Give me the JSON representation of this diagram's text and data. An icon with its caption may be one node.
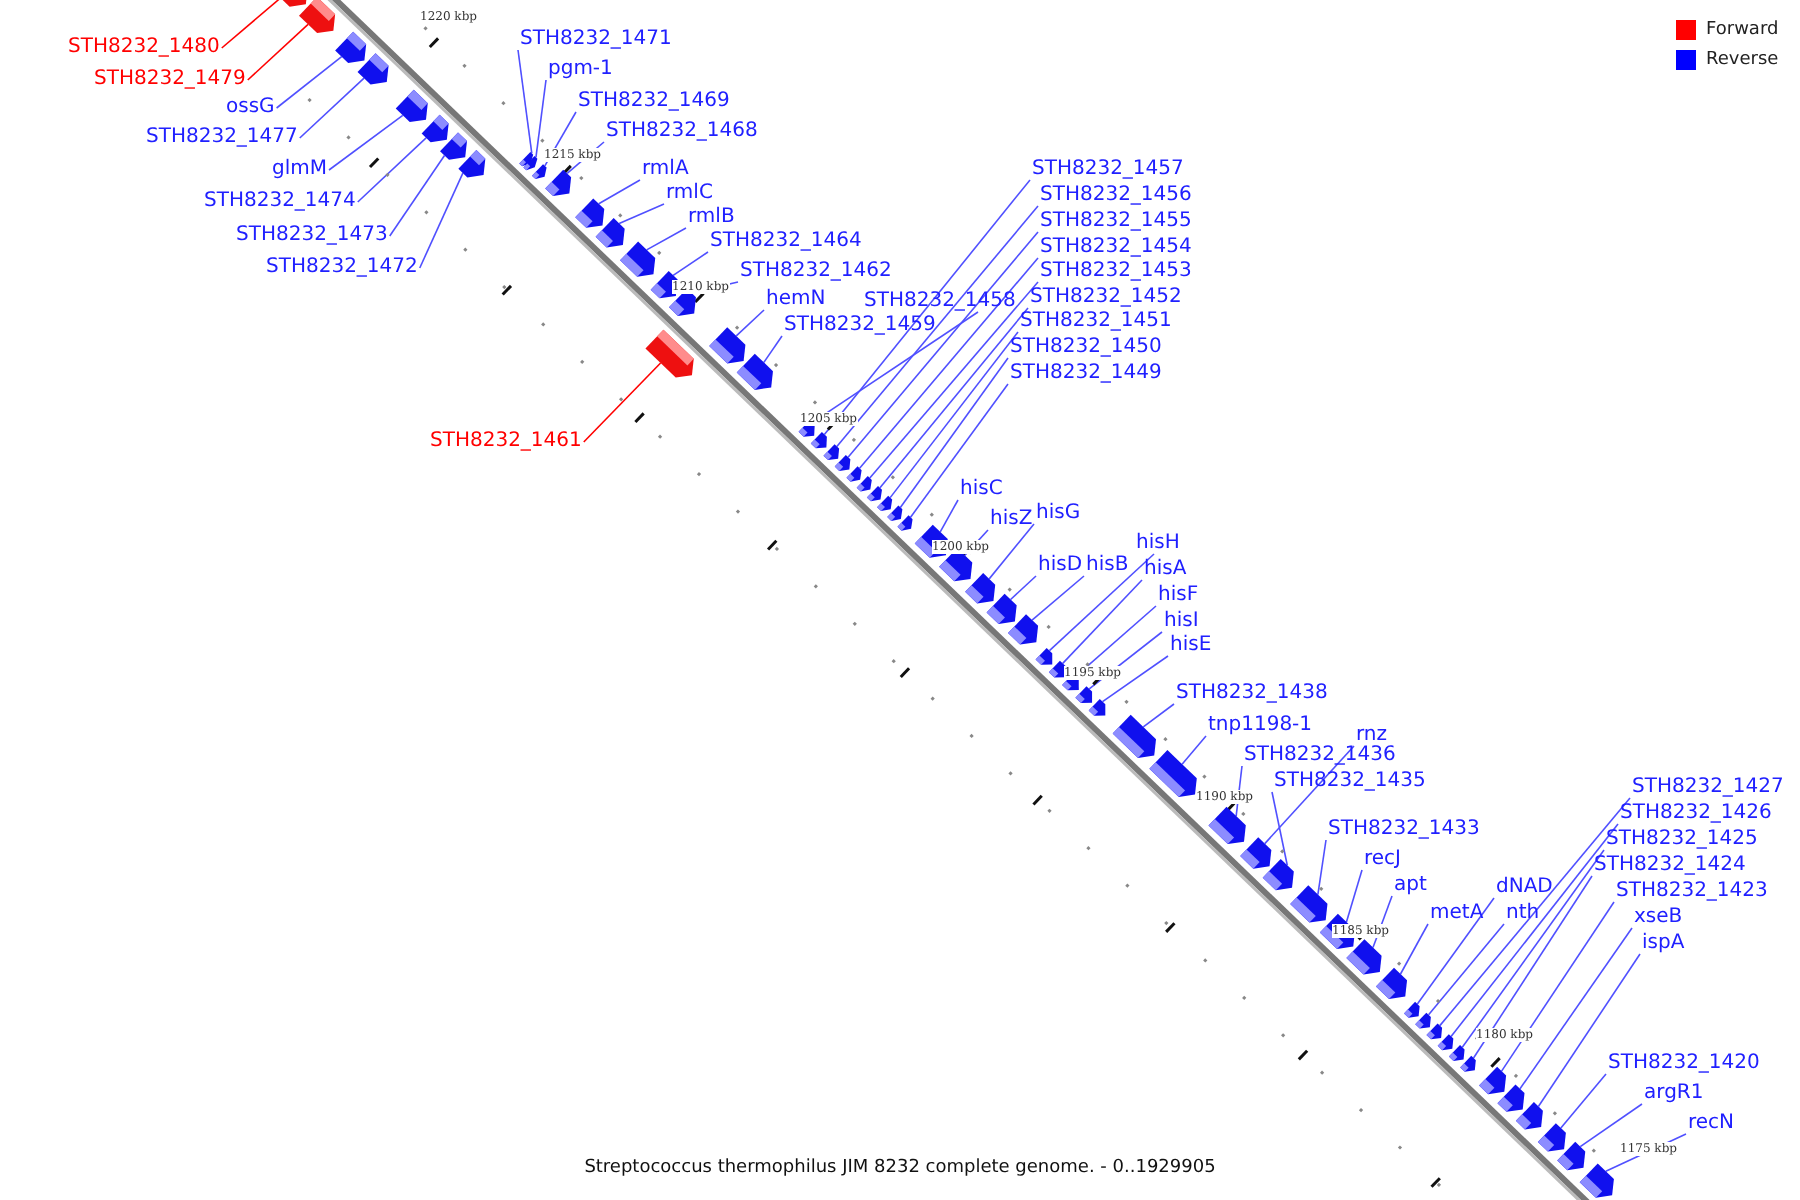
{
  "diagram": {
    "caption": "Streptococcus thermophilus JIM 8232 complete genome. - 0..1929905",
    "nodes": [
      {
        "text": [
          "STH8232_1480"
        ]
      },
      {
        "text": [
          "STH8232_1479"
        ]
      },
      {
        "text": [
          "ossG"
        ]
      },
      {
        "text": [
          "STH8232_1477"
        ]
      },
      {
        "text": [
          "glmM"
        ]
      },
      {
        "text": [
          "STH8232_1474"
        ]
      },
      {
        "text": [
          "STH8232_1473"
        ]
      },
      {
        "text": [
          "STH8232_1472"
        ]
      },
      {
        "text": [
          "STH8232_1461"
        ]
      },
      {
        "text": [
          "STH8232_1471"
        ]
      },
      {
        "text": [
          "pgm-1"
        ]
      },
      {
        "text": [
          "STH8232_1469"
        ]
      },
      {
        "text": [
          "STH8232_1468"
        ]
      },
      {
        "text": [
          "rmlA"
        ]
      },
      {
        "text": [
          "rmlC"
        ]
      },
      {
        "text": [
          "rmlB"
        ]
      },
      {
        "text": [
          "STH8232_1464"
        ]
      },
      {
        "text": [
          "STH8232_1462"
        ]
      },
      {
        "text": [
          "hemN"
        ]
      },
      {
        "text": [
          "STH8232_1459"
        ]
      },
      {
        "text": [
          "STH8232_1458"
        ]
      },
      {
        "text": [
          "STH8232_1457"
        ]
      },
      {
        "text": [
          "STH8232_1456"
        ]
      },
      {
        "text": [
          "STH8232_1455"
        ]
      },
      {
        "text": [
          "STH8232_1454"
        ]
      },
      {
        "text": [
          "STH8232_1453"
        ]
      },
      {
        "text": [
          "STH8232_1452"
        ]
      },
      {
        "text": [
          "STH8232_1451"
        ]
      },
      {
        "text": [
          "STH8232_1450"
        ]
      },
      {
        "text": [
          "STH8232_1449"
        ]
      },
      {
        "text": [
          "hisC"
        ]
      },
      {
        "text": [
          "hisZ"
        ]
      },
      {
        "text": [
          "hisG"
        ]
      },
      {
        "text": [
          "hisD"
        ]
      },
      {
        "text": [
          "hisB"
        ]
      },
      {
        "text": [
          "hisH"
        ]
      },
      {
        "text": [
          "hisA"
        ]
      },
      {
        "text": [
          "hisF"
        ]
      },
      {
        "text": [
          "hisI"
        ]
      },
      {
        "text": [
          "hisE"
        ]
      },
      {
        "text": [
          "STH8232_1438"
        ]
      },
      {
        "text": [
          "tnp1198-1"
        ]
      },
      {
        "text": [
          "rnz"
        ]
      },
      {
        "text": [
          "STH8232_1436"
        ]
      },
      {
        "text": [
          "STH8232_1435"
        ]
      },
      {
        "text": [
          "STH8232_1433"
        ]
      },
      {
        "text": [
          "recJ"
        ]
      },
      {
        "text": [
          "apt"
        ]
      },
      {
        "text": [
          "metA"
        ]
      },
      {
        "text": [
          "dNAD"
        ]
      },
      {
        "text": [
          "nth"
        ]
      },
      {
        "text": [
          "STH8232_1427"
        ]
      },
      {
        "text": [
          "STH8232_1426"
        ]
      },
      {
        "text": [
          "STH8232_1425"
        ]
      },
      {
        "text": [
          "STH8232_1424"
        ]
      },
      {
        "text": [
          "STH8232_1423"
        ]
      },
      {
        "text": [
          "xseB"
        ]
      },
      {
        "text": [
          "ispA"
        ]
      },
      {
        "text": [
          "STH8232_1420"
        ]
      },
      {
        "text": [
          "argR1"
        ]
      },
      {
        "text": [
          "recN"
        ]
      },
      {
        "text": [],
        "shape": "bar"
      },
      {
        "text": [],
        "shape": "bar"
      },
      {
        "text": [],
        "shape": "bar"
      },
      {
        "text": [],
        "shape": "bar"
      },
      {
        "text": [],
        "shape": "bar"
      },
      {
        "text": [],
        "shape": "bar"
      },
      {
        "text": [],
        "shape": "bar"
      },
      {
        "text": [],
        "shape": "bar"
      },
      {
        "text": [],
        "shape": "bar"
      },
      {
        "text": [],
        "shape": "bar"
      },
      {
        "text": [],
        "shape": "bar"
      },
      {
        "text": [],
        "shape": "bar"
      },
      {
        "text": [],
        "shape": "bar"
      },
      {
        "text": [],
        "shape": "bar"
      },
      {
        "text": [],
        "shape": "bar"
      },
      {
        "text": [],
        "shape": "bar"
      },
      {
        "text": [],
        "shape": "bar"
      },
      {
        "text": [],
        "shape": "bar"
      },
      {
        "text": [],
        "shape": "bar"
      },
      {
        "text": [],
        "shape": "bar"
      },
      {
        "text": [],
        "shape": "bar"
      },
      {
        "text": [],
        "shape": "bar"
      },
      {
        "text": [],
        "shape": "bar"
      },
      {
        "text": [],
        "shape": "bar"
      },
      {
        "text": [],
        "shape": "bar"
      },
      {
        "text": [],
        "shape": "bar"
      },
      {
        "text": [],
        "shape": "bar"
      },
      {
        "text": [],
        "shape": "bar"
      },
      {
        "text": [],
        "shape": "bar"
      },
      {
        "text": [],
        "shape": "bar"
      },
      {
        "text": [],
        "shape": "bar"
      },
      {
        "text": [],
        "shape": "bar"
      },
      {
        "text": [],
        "shape": "bar"
      },
      {
        "text": [],
        "shape": "bar"
      },
      {
        "text": [],
        "shape": "bar"
      },
      {
        "text": [],
        "shape": "bar"
      },
      {
        "text": [],
        "shape": "bar"
      },
      {
        "text": [],
        "shape": "bar"
      },
      {
        "text": [],
        "shape": "bar"
      },
      {
        "text": [],
        "shape": "bar"
      },
      {
        "text": [],
        "shape": "bar"
      },
      {
        "text": [],
        "shape": "bar"
      },
      {
        "text": [],
        "shape": "bar"
      },
      {
        "text": [],
        "shape": "bar"
      },
      {
        "text": [],
        "shape": "bar"
      },
      {
        "text": [],
        "shape": "bar"
      },
      {
        "text": [],
        "shape": "bar"
      },
      {
        "text": [],
        "shape": "bar"
      },
      {
        "text": [],
        "shape": "bar"
      },
      {
        "text": [],
        "shape": "bar"
      },
      {
        "text": [],
        "shape": "bar"
      },
      {
        "text": [],
        "shape": "bar"
      },
      {
        "text": [],
        "shape": "bar"
      },
      {
        "text": [],
        "shape": "bar"
      },
      {
        "text": [],
        "shape": "bar"
      },
      {
        "text": [],
        "shape": "bar"
      },
      {
        "text": [],
        "shape": "bar"
      },
      {
        "text": [],
        "shape": "bar"
      },
      {
        "text": [],
        "shape": "bar"
      },
      {
        "text": [],
        "shape": "bar"
      },
      {
        "text": [],
        "shape": "bar"
      }
    ],
    "edges": [
      {
        "from": 0,
        "to": 61,
        "arrow": "none",
        "color": "#ff0000"
      },
      {
        "from": 1,
        "to": 62,
        "arrow": "none",
        "color": "#ff0000"
      },
      {
        "from": 2,
        "to": 63,
        "arrow": "none"
      },
      {
        "from": 3,
        "to": 64,
        "arrow": "none"
      },
      {
        "from": 4,
        "to": 65,
        "arrow": "none"
      },
      {
        "from": 5,
        "to": 66,
        "arrow": "none"
      },
      {
        "from": 6,
        "to": 67,
        "arrow": "none"
      },
      {
        "from": 7,
        "to": 68,
        "arrow": "none"
      },
      {
        "from": 8,
        "to": 69,
        "arrow": "none",
        "color": "#ff0000"
      },
      {
        "from": 9,
        "to": 70,
        "arrow": "none"
      },
      {
        "from": 10,
        "to": 71,
        "arrow": "none"
      },
      {
        "from": 11,
        "to": 72,
        "arrow": "none"
      },
      {
        "from": 12,
        "to": 73,
        "arrow": "none"
      },
      {
        "from": 13,
        "to": 74,
        "arrow": "none"
      },
      {
        "from": 14,
        "to": 75,
        "arrow": "none"
      },
      {
        "from": 15,
        "to": 76,
        "arrow": "none"
      },
      {
        "from": 16,
        "to": 77,
        "arrow": "none"
      },
      {
        "from": 17,
        "to": 78,
        "arrow": "none"
      },
      {
        "from": 18,
        "to": 79,
        "arrow": "none"
      },
      {
        "from": 19,
        "to": 80,
        "arrow": "none"
      },
      {
        "from": 20,
        "to": 81,
        "arrow": "none"
      },
      {
        "from": 21,
        "to": 82,
        "arrow": "none"
      },
      {
        "from": 22,
        "to": 83,
        "arrow": "none"
      },
      {
        "from": 23,
        "to": 84,
        "arrow": "none"
      },
      {
        "from": 24,
        "to": 85,
        "arrow": "none"
      },
      {
        "from": 25,
        "to": 86,
        "arrow": "none"
      },
      {
        "from": 26,
        "to": 87,
        "arrow": "none"
      },
      {
        "from": 27,
        "to": 88,
        "arrow": "none"
      },
      {
        "from": 28,
        "to": 89,
        "arrow": "none"
      },
      {
        "from": 29,
        "to": 90,
        "arrow": "none"
      },
      {
        "from": 30,
        "to": 91,
        "arrow": "none"
      },
      {
        "from": 31,
        "to": 92,
        "arrow": "none"
      },
      {
        "from": 32,
        "to": 93,
        "arrow": "none"
      },
      {
        "from": 33,
        "to": 94,
        "arrow": "none"
      },
      {
        "from": 34,
        "to": 95,
        "arrow": "none"
      },
      {
        "from": 35,
        "to": 96,
        "arrow": "none"
      },
      {
        "from": 36,
        "to": 97,
        "arrow": "none"
      },
      {
        "from": 37,
        "to": 98,
        "arrow": "none"
      },
      {
        "from": 38,
        "to": 99,
        "arrow": "none"
      },
      {
        "from": 39,
        "to": 100,
        "arrow": "none"
      },
      {
        "from": 40,
        "to": 101,
        "arrow": "none"
      },
      {
        "from": 41,
        "to": 102,
        "arrow": "none"
      },
      {
        "from": 42,
        "to": 103,
        "arrow": "none"
      },
      {
        "from": 43,
        "to": 104,
        "arrow": "none"
      },
      {
        "from": 44,
        "to": 105,
        "arrow": "none"
      },
      {
        "from": 45,
        "to": 106,
        "arrow": "none"
      },
      {
        "from": 46,
        "to": 107,
        "arrow": "none"
      },
      {
        "from": 47,
        "to": 108,
        "arrow": "none"
      },
      {
        "from": 48,
        "to": 109,
        "arrow": "none"
      },
      {
        "from": 49,
        "to": 110,
        "arrow": "none"
      },
      {
        "from": 50,
        "to": 111,
        "arrow": "none"
      },
      {
        "from": 51,
        "to": 112,
        "arrow": "none"
      },
      {
        "from": 52,
        "to": 113,
        "arrow": "none"
      },
      {
        "from": 53,
        "to": 114,
        "arrow": "none"
      },
      {
        "from": 54,
        "to": 115,
        "arrow": "none"
      },
      {
        "from": 55,
        "to": 116,
        "arrow": "none"
      },
      {
        "from": 56,
        "to": 117,
        "arrow": "none"
      },
      {
        "from": 57,
        "to": 118,
        "arrow": "none"
      },
      {
        "from": 58,
        "to": 119,
        "arrow": "none"
      },
      {
        "from": 59,
        "to": 120,
        "arrow": "none"
      },
      {
        "from": 60,
        "to": 121,
        "arrow": "none"
      }
    ],
    "labels": [
      "1220 kbp",
      "1215 kbp",
      "1210 kbp",
      "1205 kbp",
      "1200 kbp",
      "1195 kbp",
      "1190 kbp",
      "1185 kbp",
      "1180 kbp",
      "1175 kbp"
    ],
    "legend": [
      {
        "text": "Forward",
        "color": "#ff0000"
      },
      {
        "text": "Reverse",
        "color": "#0000ff"
      }
    ]
  }
}
